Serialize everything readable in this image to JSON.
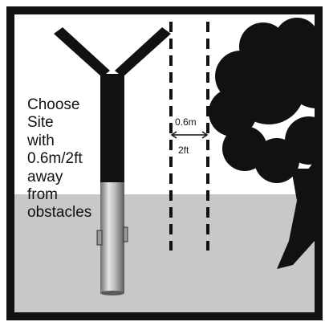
{
  "instruction": {
    "lines": [
      "Choose",
      "Site",
      "with",
      "0.6m/2ft",
      "away",
      "from",
      "obstacles"
    ]
  },
  "clearance": {
    "metric_label": "0.6m",
    "imperial_label": "2ft"
  },
  "colors": {
    "frame": "#111111",
    "ground": "#c8c8c8",
    "sky": "#ffffff",
    "tree": "#111111",
    "pole_upper": "#111111",
    "pole_lower": "#9a9a9a"
  }
}
